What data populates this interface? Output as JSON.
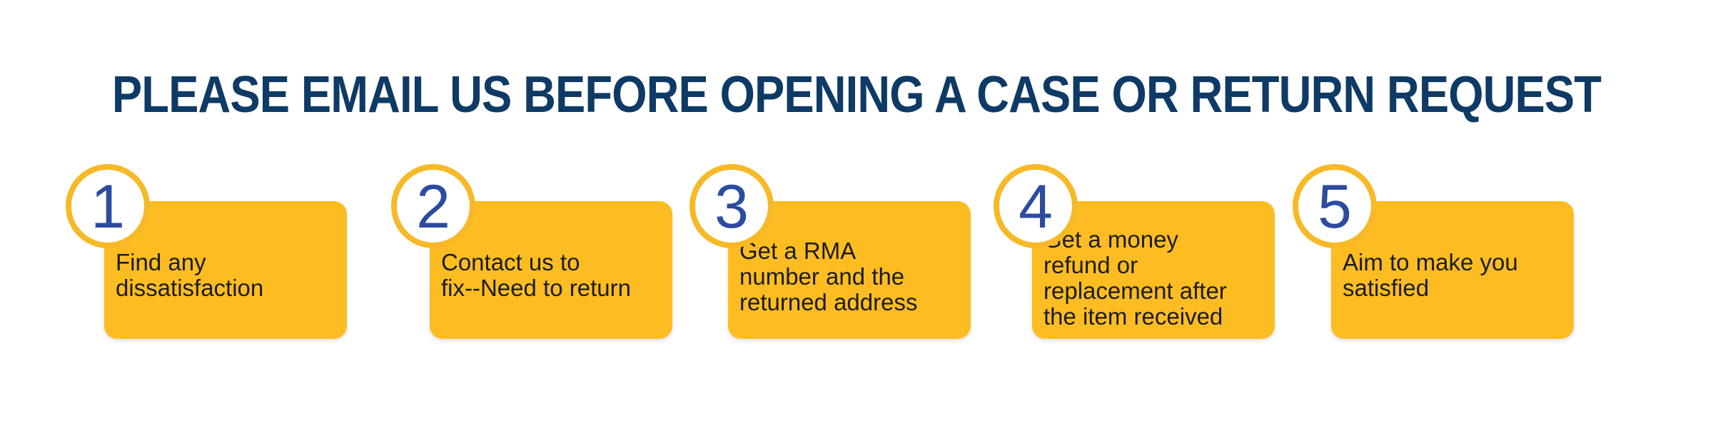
{
  "headline": "PLEASE EMAIL US BEFORE OPENING A CASE OR RETURN REQUEST",
  "colors": {
    "headline": "#0e3a66",
    "card": "#fdbd22",
    "badge_ring": "#f7b928",
    "number": "#2d4ba0"
  },
  "steps": [
    {
      "number": "1",
      "lines": [
        "Find any",
        "dissatisfaction"
      ]
    },
    {
      "number": "2",
      "lines": [
        "Contact us to",
        "fix--Need to return"
      ]
    },
    {
      "number": "3",
      "lines": [
        "Get a RMA",
        "number and the",
        "returned address"
      ]
    },
    {
      "number": "4",
      "lines": [
        "Get a money",
        "refund or",
        "replacement after",
        "the item received"
      ]
    },
    {
      "number": "5",
      "lines": [
        "Aim to make you",
        "satisfied"
      ]
    }
  ]
}
